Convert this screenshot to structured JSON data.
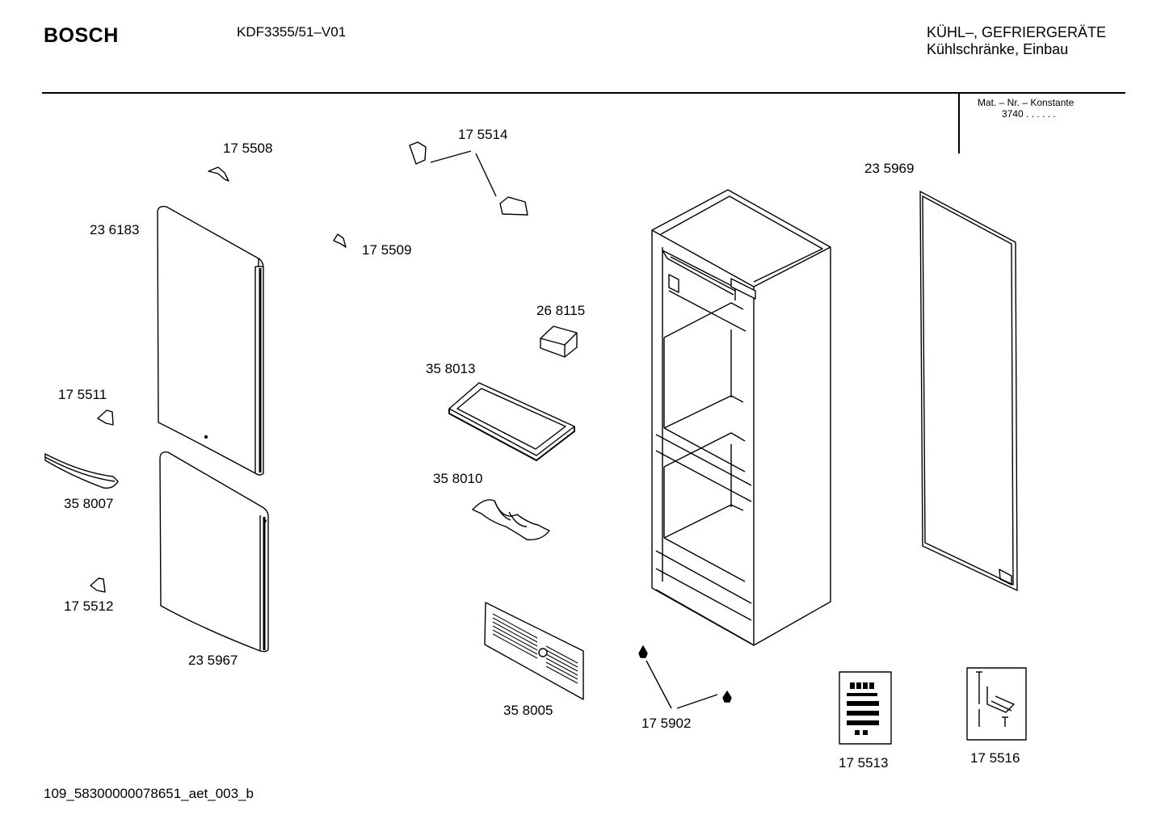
{
  "header": {
    "brand": "BOSCH",
    "model": "KDF3355/51–V01",
    "category_line1": "KÜHL–, GEFRIERGERÄTE",
    "category_line2": "Kühlschränke, Einbau",
    "konstante_label": "Mat. – Nr. – Konstante",
    "konstante_value": "3740  .  .  .  .  .  ."
  },
  "parts": {
    "p175508": "17 5508",
    "p175514": "17 5514",
    "p236183": "23 6183",
    "p175509": "17 5509",
    "p235969": "23 5969",
    "p268115": "26 8115",
    "p358013": "35 8013",
    "p175511": "17 5511",
    "p358007": "35 8007",
    "p358010": "35 8010",
    "p175512": "17 5512",
    "p235967": "23 5967",
    "p358005": "35 8005",
    "p175902": "17 5902",
    "p175513": "17 5513",
    "p175516": "17 5516"
  },
  "footer": {
    "doc_id": "109_58300000078651_aet_003_b"
  }
}
